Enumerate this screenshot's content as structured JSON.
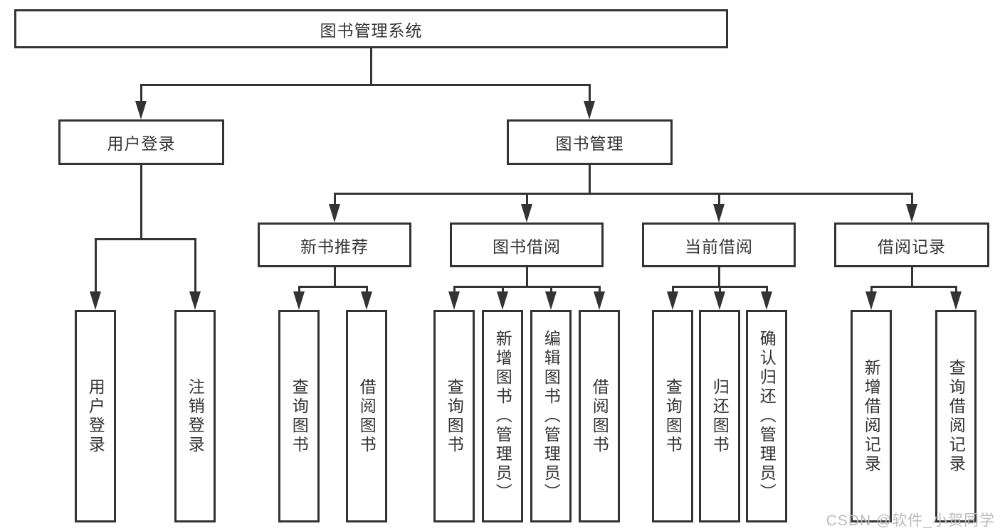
{
  "diagram": {
    "title": "图书管理系统",
    "type": "function-structure-chart"
  },
  "nodes": {
    "root": {
      "label": "图书管理系统"
    },
    "user_login": {
      "label": "用户登录"
    },
    "book_mgmt": {
      "label": "图书管理"
    },
    "new_book_rec": {
      "label": "新书推荐"
    },
    "book_borrow": {
      "label": "图书借阅"
    },
    "current_borrow": {
      "label": "当前借阅"
    },
    "borrow_record": {
      "label": "借阅记录"
    },
    "leaf_user_login": {
      "label": "用户登录"
    },
    "leaf_logout": {
      "label": "注销登录"
    },
    "rec_query_book": {
      "label": "查询图书"
    },
    "rec_borrow_book": {
      "label": "借阅图书"
    },
    "bb_query_book": {
      "label": "查询图书"
    },
    "bb_add_book": {
      "label": "新增图书（管理员）"
    },
    "bb_edit_book": {
      "label": "编辑图书（管理员）"
    },
    "bb_borrow_book": {
      "label": "借阅图书"
    },
    "cb_query_book": {
      "label": "查询图书"
    },
    "cb_return_book": {
      "label": "归还图书"
    },
    "cb_confirm_return": {
      "label": "确认归还（管理员）"
    },
    "br_add_record": {
      "label": "新增借阅记录"
    },
    "br_query_record": {
      "label": "查询借阅记录"
    }
  },
  "hierarchy": {
    "root": [
      "user_login",
      "book_mgmt"
    ],
    "user_login": [
      "leaf_user_login",
      "leaf_logout"
    ],
    "book_mgmt": [
      "new_book_rec",
      "book_borrow",
      "current_borrow",
      "borrow_record"
    ],
    "new_book_rec": [
      "rec_query_book",
      "rec_borrow_book"
    ],
    "book_borrow": [
      "bb_query_book",
      "bb_add_book",
      "bb_edit_book",
      "bb_borrow_book"
    ],
    "current_borrow": [
      "cb_query_book",
      "cb_return_book",
      "cb_confirm_return"
    ],
    "borrow_record": [
      "br_add_record",
      "br_query_record"
    ]
  },
  "watermark": {
    "text": "CSDN @软件_小贺同学"
  },
  "colors": {
    "line": "#333333",
    "border": "#333333",
    "text": "#333333",
    "watermark": "#bbbbbb",
    "background": "#ffffff"
  }
}
